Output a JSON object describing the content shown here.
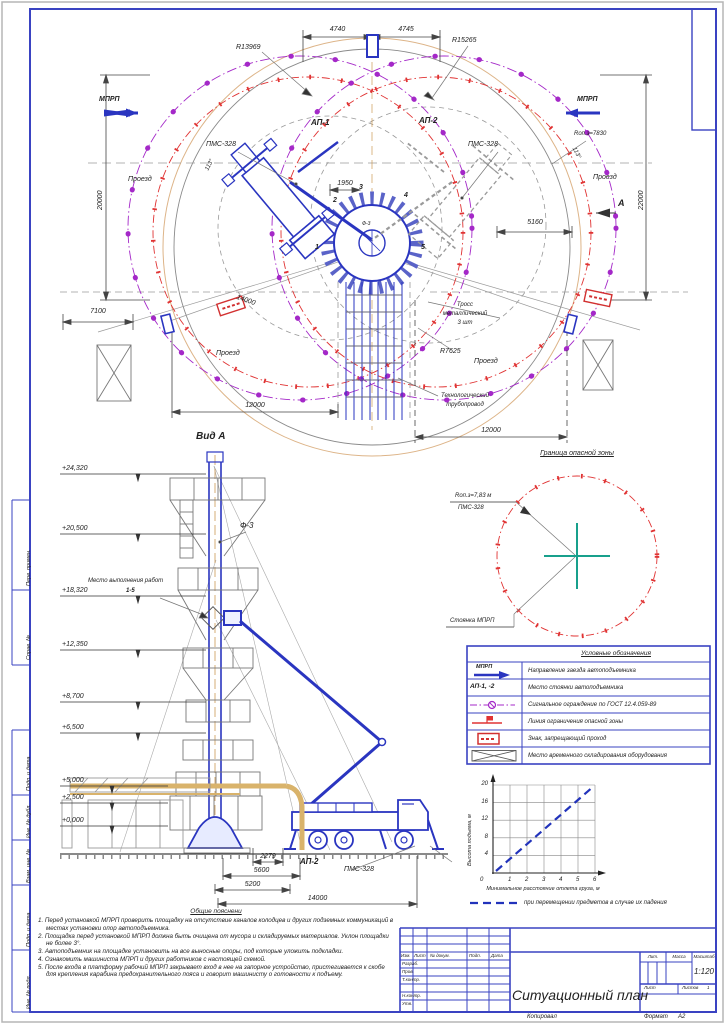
{
  "plan": {
    "dims": {
      "d4740": "4740",
      "d4745": "4745",
      "r13969": "R13969",
      "r15265": "R15265",
      "d1950": "1950",
      "d20000": "20000",
      "d22000": "22000",
      "d5160": "5160",
      "d7100": "7100",
      "d14000": "14000",
      "d12000_left": "12000",
      "d12000_right": "12000",
      "r7625": "R7625",
      "r_opz": "Rоп.з=7830",
      "angle_left": "113°",
      "angle_right": "113°"
    },
    "labels": {
      "mprp_left": "МПРП",
      "mprp_right": "МПРП",
      "ap1": "АП-1",
      "ap2": "АП-2",
      "pms_left": "ПМС-328",
      "pms_right": "ПМС-328",
      "proezd_left": "Проезд",
      "proezd_right": "Проезд",
      "proezd_bl": "Проезд",
      "proezd_br": "Проезд",
      "view_arrow": "А",
      "f3": "Ф-3",
      "tross1": "Тросс",
      "tross2": "металлический",
      "tross3": "3 шт",
      "pipe1": "Технологический",
      "pipe2": "трубопровод",
      "vid_a": "Вид А"
    },
    "points": [
      "1",
      "2",
      "3",
      "4",
      "5"
    ]
  },
  "side_view": {
    "elevations": [
      "+24,320",
      "+20,500",
      "+18,320",
      "+12,350",
      "+8,700",
      "+6,500",
      "+5,000",
      "+2,500",
      "+0,000"
    ],
    "f3": "Ф-3",
    "work_place_line1": "Место выполнения работ",
    "work_place_line2": "1-5",
    "dims": [
      "2279",
      "5600",
      "5200",
      "14000"
    ],
    "ap2": "АП-2",
    "pms": "ПМС-328"
  },
  "danger_zone": {
    "title": "Граница опасной зоны",
    "radius_label": "Rоп.з=7,83 м",
    "pms": "ПМС-328",
    "parking": "Стоянка МПРП"
  },
  "legend": {
    "title": "Условные обозначения",
    "rows": [
      {
        "symbol": "МПРП",
        "label": "Направление заезда автоподъемника"
      },
      {
        "symbol": "АП-1, -2",
        "label": "Место стоянки автоподъемника"
      },
      {
        "symbol": "",
        "label": "Сигнальное ограждение по ГОСТ 12.4.059-89"
      },
      {
        "symbol": "",
        "label": "Линия ограничения опасной зоны"
      },
      {
        "symbol": "",
        "label": "Знак, запрещающий проход"
      },
      {
        "symbol": "",
        "label": "Место временного складирования оборудования"
      }
    ]
  },
  "chart": {
    "y_ticks": [
      "20",
      "16",
      "12",
      "8",
      "4"
    ],
    "x_ticks": [
      "0",
      "1",
      "2",
      "3",
      "4",
      "5",
      "6"
    ],
    "xlabel": "Минимальное расстояние отлета груза, м",
    "ylabel": "Высота подъема, м",
    "legend": "при перемещении предметов в случае их падения"
  },
  "chart_data": {
    "type": "line",
    "title": "",
    "xlabel": "Минимальное расстояние отлета груза, м",
    "ylabel": "Высота подъема, м",
    "xlim": [
      0,
      6
    ],
    "ylim": [
      0,
      20
    ],
    "x_ticks": [
      0,
      1,
      2,
      3,
      4,
      5,
      6
    ],
    "y_ticks": [
      4,
      8,
      12,
      16,
      20
    ],
    "grid": true,
    "legend_position": "bottom",
    "series": [
      {
        "name": "при перемещении предметов в случае их падения",
        "style": "dashed",
        "color": "#2233bb",
        "x": [
          0.2,
          6
        ],
        "y": [
          0,
          20
        ]
      }
    ]
  },
  "notes": {
    "title": "Общие пояснени",
    "items": [
      "1. Перед установкой МПРП проверить площадку на отсутствие каналов колодцев и других подземных коммуникаций в местах установки опор автоподъемника.",
      "2. Площадка перед установкой МПРП должна быть очищена от мусора и складируемых материалов. Уклон площадки не более 3°.",
      "3. Автоподъемник на площадке установить на все выносные опоры, под которые уложить подкладки.",
      "4. Ознакомить машиниста МПРП и других работников с настоящей схемой.",
      "5. После входа в платформу рабочий МПРП закрывает вход в нее на запорное устройство, пристегивается к скобе для крепления карабина предохранительного пояса и говорит машинисту о готовности к подъему."
    ]
  },
  "title_block": {
    "title": "Ситуационный план",
    "cols": [
      "Изм.",
      "Лист",
      "№ докум.",
      "Подп.",
      "Дата"
    ],
    "rows": [
      "Разраб.",
      "Пров.",
      "Т.контр.",
      "Н.контр.",
      "Утв."
    ],
    "lit": "Лит.",
    "massa": "Масса",
    "scale_label": "Масштаб",
    "scale": "1:120",
    "sheet_label": "Лист",
    "sheets_label": "Листов",
    "sheets": "1",
    "copied": "Копировал",
    "format_label": "Формат",
    "format": "А2"
  },
  "frame": {
    "side_labels": [
      "Перв. примен.",
      "Справ. №",
      "Подп. и дата",
      "Инв. № дубл.",
      "Взам. инв. №",
      "Подп. и дата",
      "Инв. № подл."
    ]
  }
}
